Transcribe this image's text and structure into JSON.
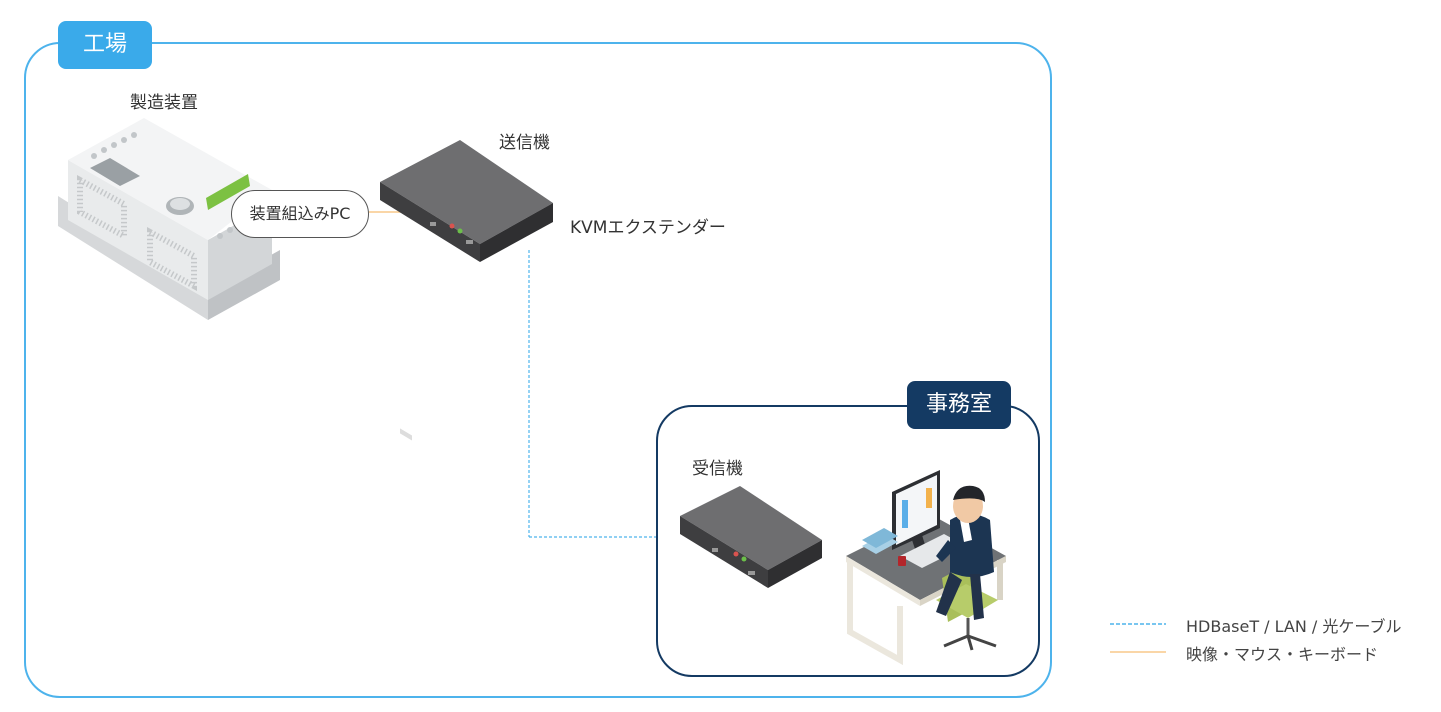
{
  "zones": {
    "factory": {
      "label": "工場",
      "color": "#3aaaea"
    },
    "office": {
      "label": "事務室",
      "color": "#143a63"
    }
  },
  "devices": {
    "machine": {
      "label": "製造装置",
      "embedded_pc": "装置組込みPC"
    },
    "transmitter": {
      "label": "送信機",
      "product": "KVMエクステンダー"
    },
    "receiver": {
      "label": "受信機"
    }
  },
  "legend": [
    {
      "label": "HDBaseT / LAN / 光ケーブル",
      "style": "dashed",
      "color": "#4db3ec"
    },
    {
      "label": "映像・マウス・キーボード",
      "style": "solid",
      "color": "#f8c98a"
    }
  ]
}
